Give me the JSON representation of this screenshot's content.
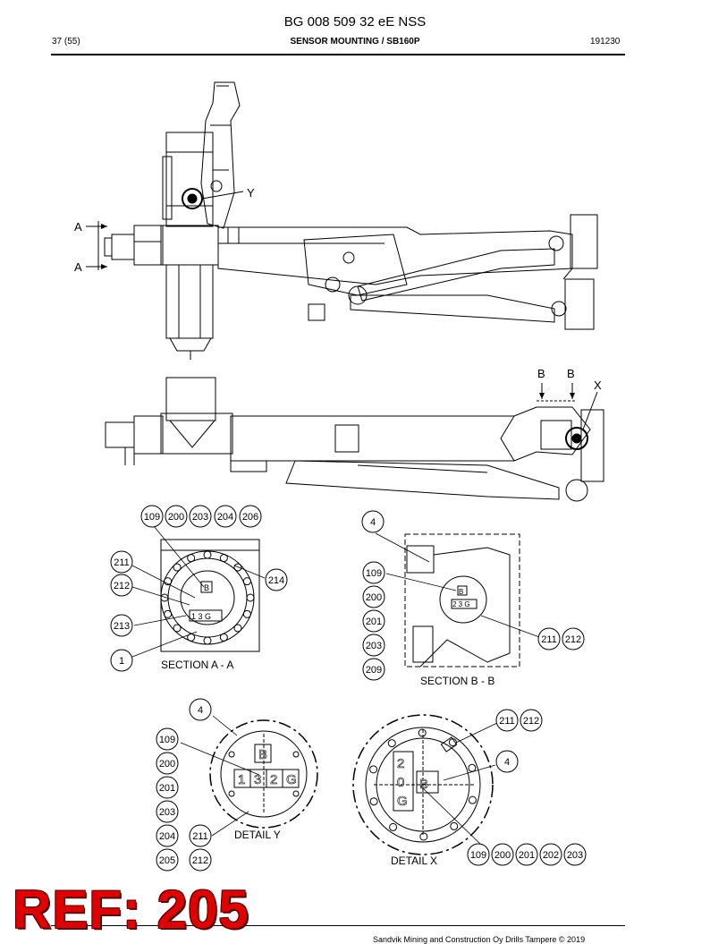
{
  "header": {
    "doc_number": "BG 008 509 32 eE NSS",
    "page": "37 (55)",
    "section": "SENSOR MOUNTING / SB160P",
    "code": "191230"
  },
  "footer": {
    "company": "Sandvik Mining and Construction Oy Drills Tampere © 2019"
  },
  "stamp": {
    "text": "REF: 205"
  },
  "labels": {
    "a_top": "A",
    "a_bottom": "A",
    "y": "Y",
    "b_left": "B",
    "b_right": "B",
    "x": "X",
    "section_aa": "SECTION A - A",
    "section_bb": "SECTION B - B",
    "detail_y": "DETAIL  Y",
    "detail_x": "DETAIL X"
  },
  "callouts": {
    "aa_109": "109",
    "aa_200": "200",
    "aa_203": "203",
    "aa_204": "204",
    "aa_206": "206",
    "aa_211": "211",
    "aa_212": "212",
    "aa_214": "214",
    "aa_213": "213",
    "aa_1": "1",
    "bb_4": "4",
    "bb_109": "109",
    "bb_200": "200",
    "bb_201": "201",
    "bb_203": "203",
    "bb_209": "209",
    "bb_211": "211",
    "bb_212": "212",
    "dy_4": "4",
    "dy_109": "109",
    "dy_200": "200",
    "dy_201": "201",
    "dy_203": "203",
    "dy_204": "204",
    "dy_205": "205",
    "dy_211": "211",
    "dy_212": "212",
    "dx_211": "211",
    "dx_212": "212",
    "dx_4": "4",
    "dx_109": "109",
    "dx_200": "200",
    "dx_201": "201",
    "dx_202": "202",
    "dx_203": "203"
  },
  "plate_marks": {
    "aa_top": "B",
    "aa_bottom": "1 3 G",
    "bb_top": "B",
    "bb_bottom": "2 3 G",
    "dy_top": "B",
    "dy_1": "1",
    "dy_3": "3",
    "dy_2": "2",
    "dy_g": "G",
    "dx_b": "B",
    "dx_2": "2",
    "dx_0": "0",
    "dx_g": "G"
  }
}
